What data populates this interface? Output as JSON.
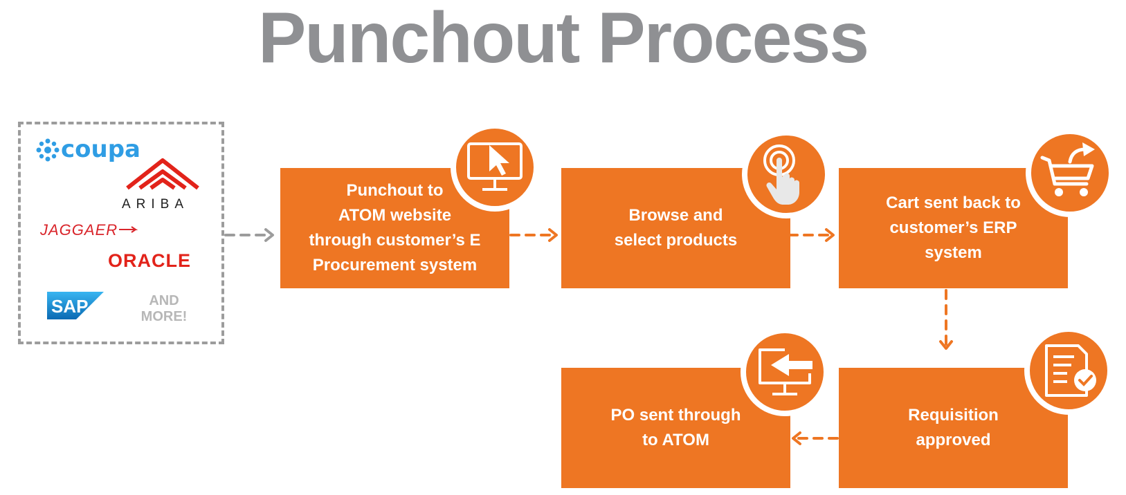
{
  "title": "Punchout Process",
  "vendors": {
    "coupa": "coupa",
    "ariba": "ARIBA",
    "jaggaer": "JAGGAER",
    "oracle": "ORACLE",
    "sap": "SAP",
    "and_more": "AND\nMORE!"
  },
  "steps": [
    {
      "label": "Punchout to\nATOM website\nthrough customer’s E\nProcurement system",
      "icon": "monitor-cursor-icon"
    },
    {
      "label": "Browse and\nselect products",
      "icon": "touch-hand-icon"
    },
    {
      "label": "Cart sent back to\ncustomer’s ERP\nsystem",
      "icon": "cart-return-icon"
    },
    {
      "label": "Requisition\napproved",
      "icon": "document-check-icon"
    },
    {
      "label": "PO sent through\nto ATOM",
      "icon": "monitor-arrow-in-icon"
    }
  ],
  "colors": {
    "accent": "#ee7623",
    "title": "#8f9093",
    "dashed_border": "#9c9c9c",
    "connector_gray": "#9c9c9c"
  }
}
